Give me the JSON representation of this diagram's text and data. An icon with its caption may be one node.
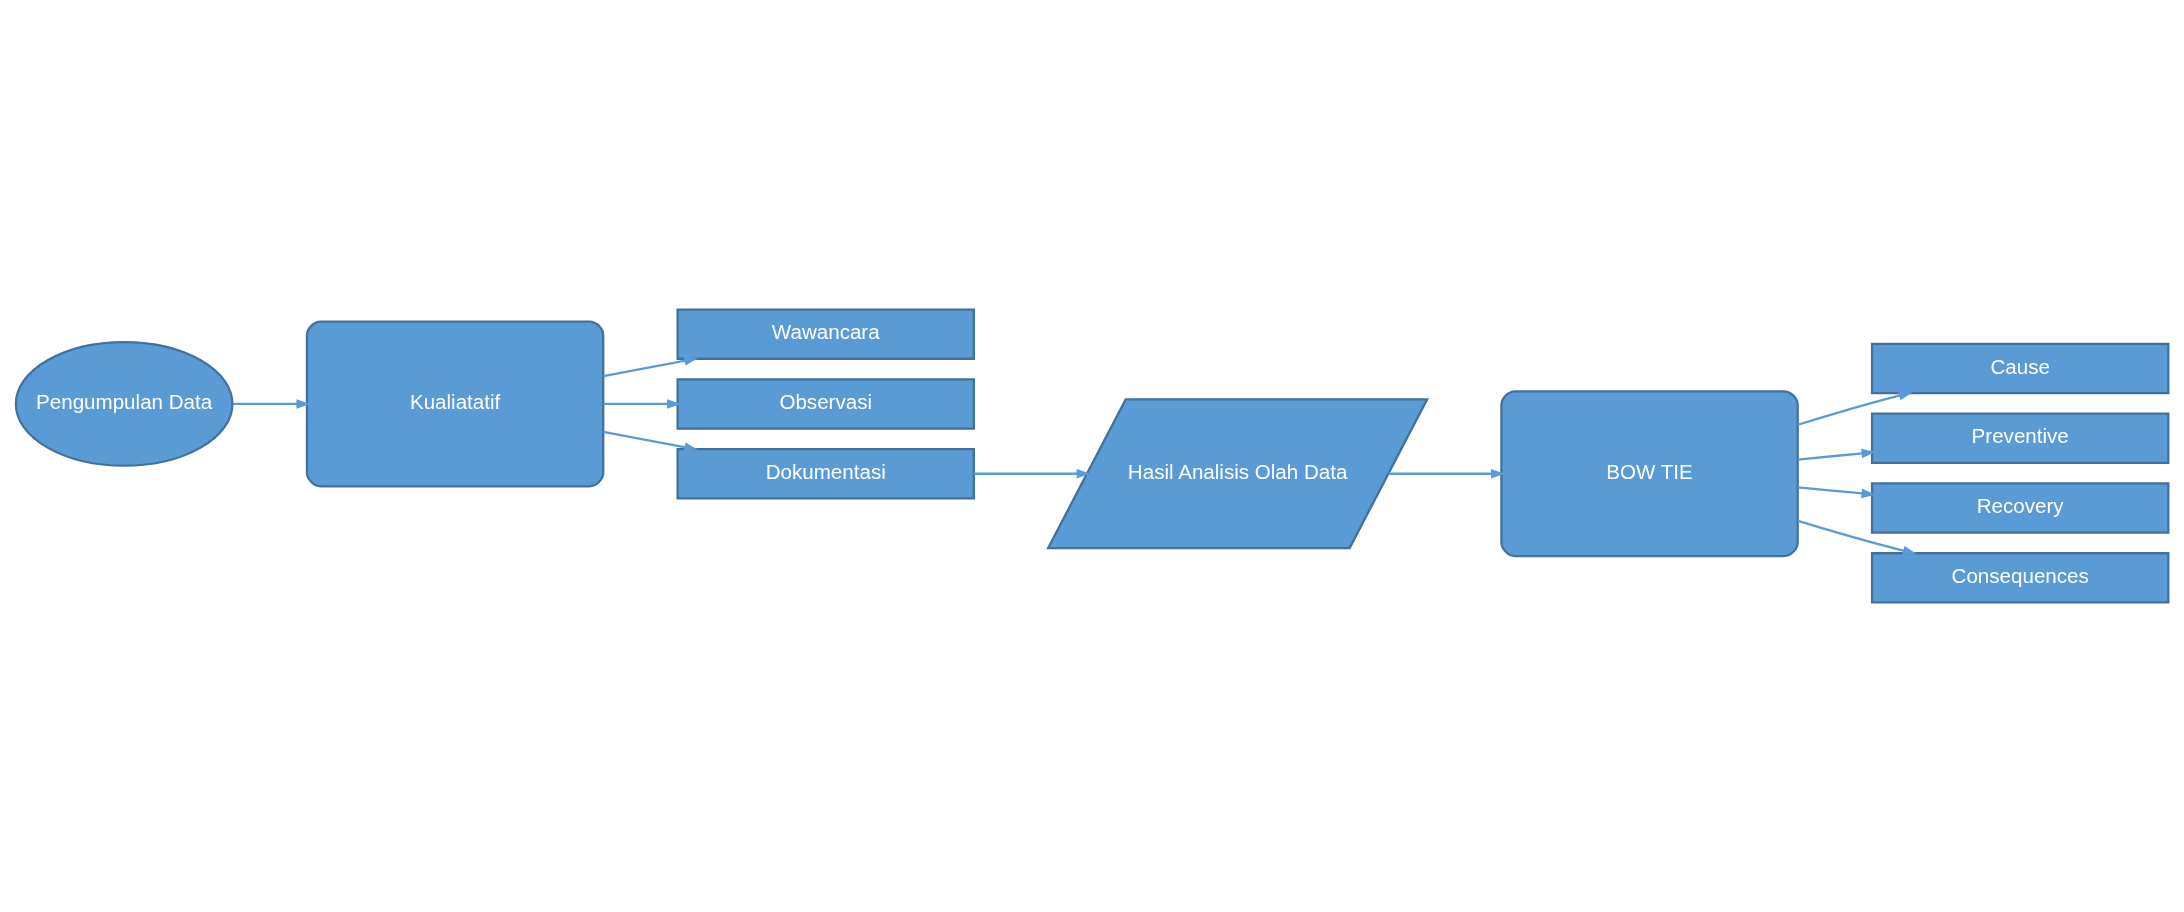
{
  "diagram": {
    "nodes": [
      {
        "text": [
          "Pengumpulan Data"
        ]
      },
      {
        "text": [
          "Kualiatatif"
        ]
      },
      {
        "text": [
          "Wawancara"
        ]
      },
      {
        "text": [
          "Observasi"
        ]
      },
      {
        "text": [
          "Dokumentasi"
        ]
      },
      {
        "text": [
          "Hasil Analisis Olah Data"
        ]
      },
      {
        "text": [
          "BOW TIE"
        ]
      },
      {
        "text": [
          "Cause"
        ]
      },
      {
        "text": [
          "Preventive"
        ]
      },
      {
        "text": [
          "Recovery"
        ]
      },
      {
        "text": [
          "Consequences"
        ]
      }
    ],
    "edges": [
      {
        "from": 0,
        "to": 1,
        "arrow": "to"
      },
      {
        "from": 1,
        "to": 2,
        "arrow": "to"
      },
      {
        "from": 1,
        "to": 3,
        "arrow": "to"
      },
      {
        "from": 1,
        "to": 4,
        "arrow": "to"
      },
      {
        "from": 4,
        "to": 5,
        "arrow": "to"
      },
      {
        "from": 5,
        "to": 6,
        "arrow": "to"
      },
      {
        "from": 6,
        "to": 7,
        "arrow": "to"
      },
      {
        "from": 6,
        "to": 8,
        "arrow": "to"
      },
      {
        "from": 6,
        "to": 9,
        "arrow": "to"
      },
      {
        "from": 6,
        "to": 10,
        "arrow": "to"
      }
    ]
  }
}
